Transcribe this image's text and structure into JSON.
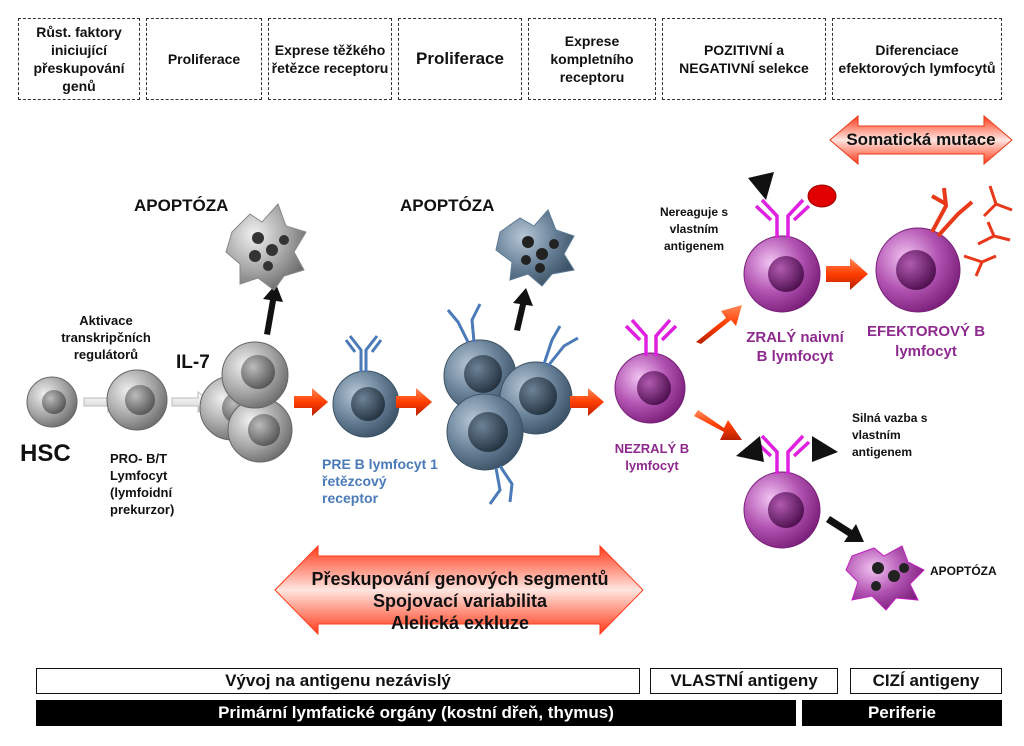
{
  "stages": [
    "Růst. faktory iniciující přeskupování genů",
    "Proliferace",
    "Exprese těžkého řetězce receptoru",
    "Proliferace",
    "Exprese kompletního receptoru",
    "POZITIVNÍ a NEGATIVNÍ selekce",
    "Diferenciace efektorových lymfocytů"
  ],
  "somatic": "Somatická mutace",
  "labels": {
    "apoptoza1": "APOPTÓZA",
    "apoptoza2": "APOPTÓZA",
    "apoptoza3": "APOPTÓZA",
    "aktivace": "Aktivace transkripčních regulátorů",
    "il7": "IL-7",
    "hsc": "HSC",
    "pro": "PRO- B/T Lymfocyt (lymfoidní prekurzor)",
    "pre": "PRE  B lymfocyt 1 řetězcový receptor",
    "nezraly": "NEZRALÝ B lymfocyt",
    "nereaguje": "Nereaguje s vlastním antigenem",
    "zraly": "ZRALÝ naivní B lymfocyt",
    "efektorovy": "EFEKTOROVÝ B lymfocyt",
    "silna": "Silná vazba s vlastním antigenem"
  },
  "mechanisms": [
    "Přeskupování genových segmentů",
    "Spojovací variabilita",
    "Alelická exkluze"
  ],
  "bottom": {
    "nezavisly": "Vývoj na antigenu nezávislý",
    "vlastni": "VLASTNÍ antigeny",
    "cizi": "CIZÍ antigeny",
    "primarni": "Primární lymfatické orgány (kostní dřeň, thymus)",
    "periferie": "Periferie"
  },
  "colors": {
    "grey": "#8c8c8c",
    "steel": "#4f6a82",
    "blue": "#4a7ab8",
    "magenta": "#e020e0",
    "purple": "#8e2a8e",
    "red": "#e8391a"
  }
}
